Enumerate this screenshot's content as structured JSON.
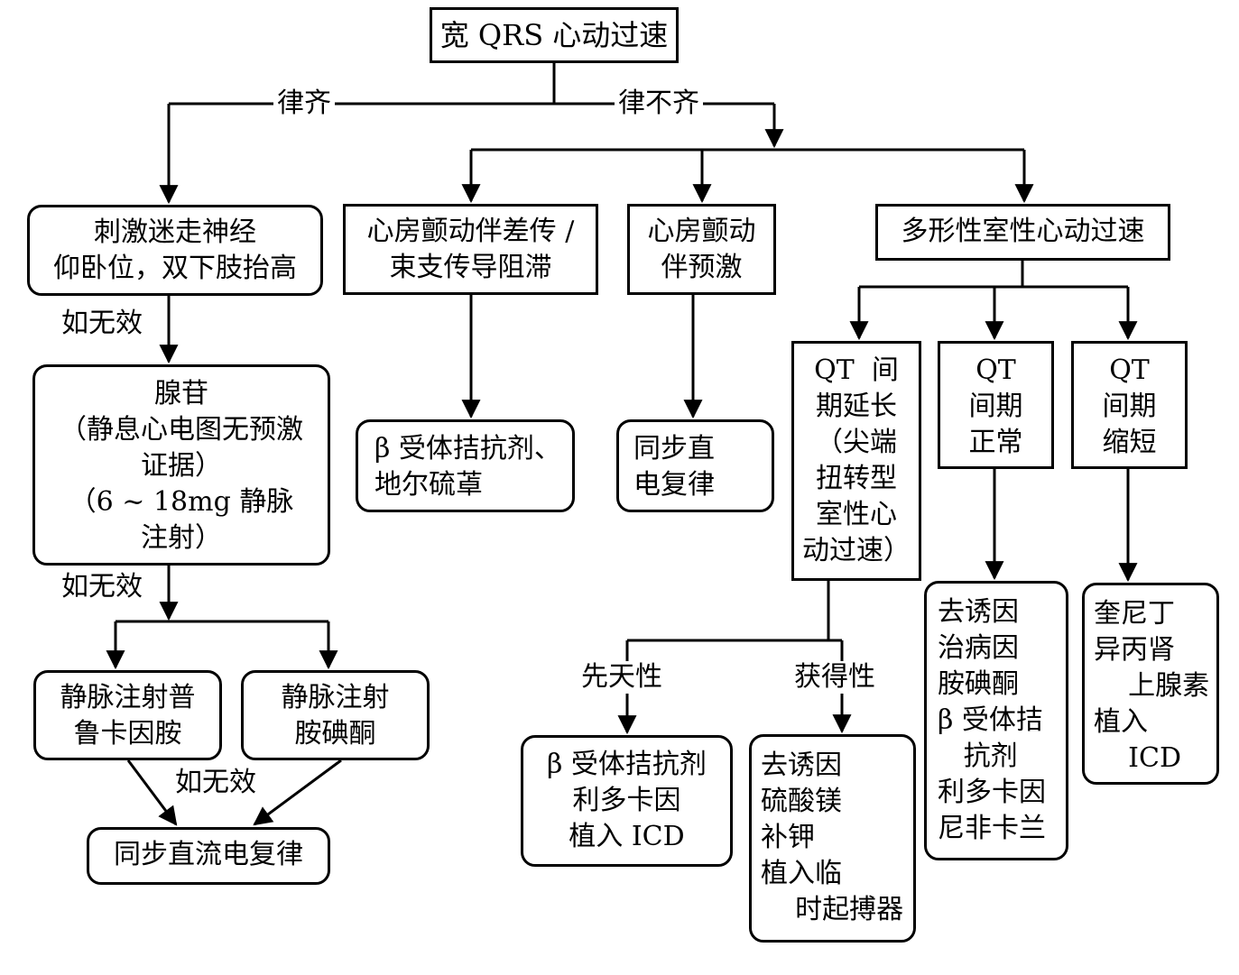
{
  "title": "宽 QRS 心动过速",
  "branches": {
    "regular": "律齐",
    "irregular": "律不齐"
  },
  "if_ineffective_1": "如无效",
  "if_ineffective_2": "如无效",
  "if_ineffective_3": "如无效",
  "vagal": [
    "刺激迷走神经",
    "仰卧位，双下肢抬高"
  ],
  "adenosine": [
    "腺苷",
    "（静息心电图无预激",
    "证据）",
    "（6 ~ 18mg 静脉",
    "注射）"
  ],
  "procainamide": [
    "静脉注射普",
    "鲁卡因胺"
  ],
  "amiodarone": [
    "静脉注射",
    "胺碘酮"
  ],
  "cardioversion_left": "同步直流电复律",
  "af_aberrancy": [
    "心房颤动伴差传 /",
    "束支传导阻滞"
  ],
  "af_aberrancy_tx": [
    "β 受体拮抗剂、",
    "地尔硫䓬"
  ],
  "af_preexcitation": [
    "心房颤动",
    "伴预激"
  ],
  "af_preexcitation_tx": [
    "同步直",
    "电复律"
  ],
  "poly_vt": "多形性室性心动过速",
  "qt_long": [
    "QT  间",
    "期延长",
    "（尖端",
    "扭转型",
    "室性心",
    "动过速）"
  ],
  "qt_normal": [
    "QT",
    "间期",
    "正常"
  ],
  "qt_short": [
    "QT",
    "间期",
    "缩短"
  ],
  "congenital": "先天性",
  "acquired": "获得性",
  "congenital_tx": [
    "β 受体拮抗剂",
    "利多卡因",
    "植入 ICD"
  ],
  "acquired_tx": [
    "去诱因",
    "硫酸镁",
    "补钾",
    "植入临",
    "    时起搏器"
  ],
  "qt_normal_tx": [
    "去诱因",
    "治病因",
    "胺碘酮",
    "β 受体拮",
    "   抗剂",
    "利多卡因",
    "尼非卡兰"
  ],
  "qt_short_tx": [
    "奎尼丁",
    "异丙肾",
    "    上腺素",
    "植入",
    "    ICD"
  ]
}
